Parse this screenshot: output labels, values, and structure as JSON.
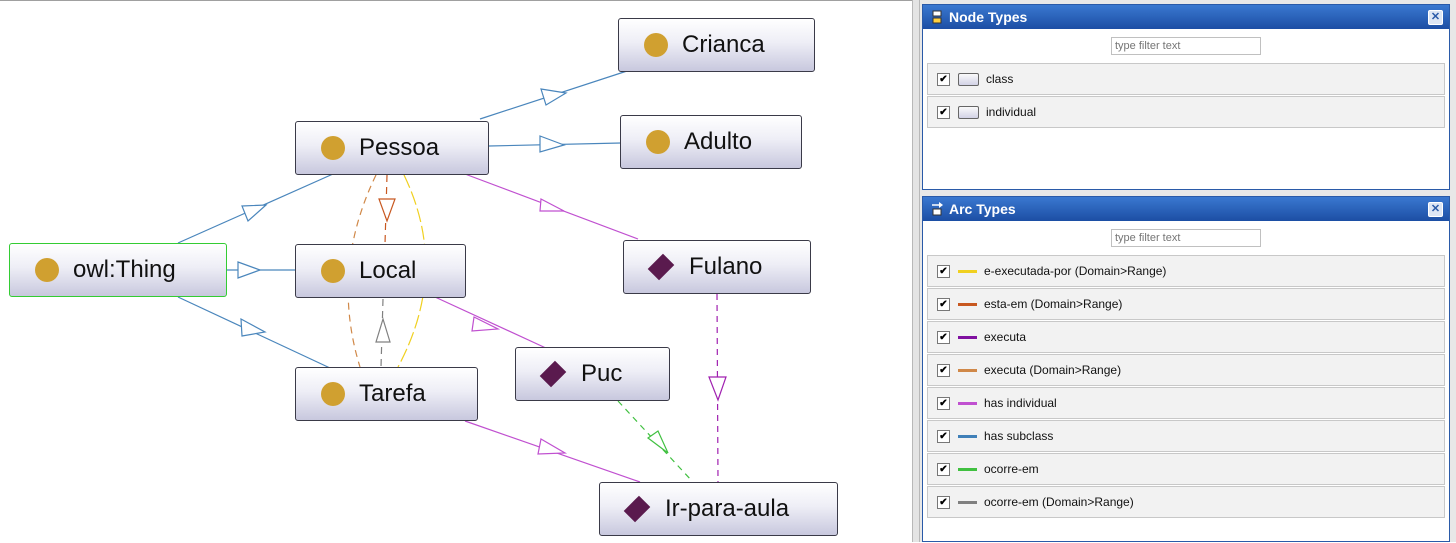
{
  "graph": {
    "nodes": [
      {
        "id": "crianca",
        "label": "Crianca",
        "kind": "class"
      },
      {
        "id": "adulto",
        "label": "Adulto",
        "kind": "class"
      },
      {
        "id": "pessoa",
        "label": "Pessoa",
        "kind": "class"
      },
      {
        "id": "owlthing",
        "label": "owl:Thing",
        "kind": "class"
      },
      {
        "id": "local",
        "label": "Local",
        "kind": "class"
      },
      {
        "id": "tarefa",
        "label": "Tarefa",
        "kind": "class"
      },
      {
        "id": "fulano",
        "label": "Fulano",
        "kind": "individual"
      },
      {
        "id": "puc",
        "label": "Puc",
        "kind": "individual"
      },
      {
        "id": "irparaaula",
        "label": "Ir-para-aula",
        "kind": "individual"
      }
    ],
    "colors": {
      "class_dot": "#d0a030",
      "individual_diamond": "#5a1a4e",
      "root_border": "#33cc33"
    }
  },
  "node_types": {
    "title": "Node Types",
    "filter_placeholder": "type filter text",
    "items": [
      {
        "label": "class",
        "checked": true
      },
      {
        "label": "individual",
        "checked": true
      }
    ]
  },
  "arc_types": {
    "title": "Arc Types",
    "filter_placeholder": "type filter text",
    "items": [
      {
        "label": "e-executada-por (Domain>Range)",
        "color": "#f0d020",
        "checked": true
      },
      {
        "label": "esta-em (Domain>Range)",
        "color": "#c85820",
        "checked": true
      },
      {
        "label": "executa",
        "color": "#8010a0",
        "checked": true
      },
      {
        "label": "executa (Domain>Range)",
        "color": "#d08848",
        "checked": true
      },
      {
        "label": "has individual",
        "color": "#c050d0",
        "checked": true
      },
      {
        "label": "has subclass",
        "color": "#4080b8",
        "checked": true
      },
      {
        "label": "ocorre-em",
        "color": "#40c040",
        "checked": true
      },
      {
        "label": "ocorre-em (Domain>Range)",
        "color": "#808080",
        "checked": true
      }
    ]
  },
  "icons": {
    "check": "✔",
    "close": "✕"
  }
}
